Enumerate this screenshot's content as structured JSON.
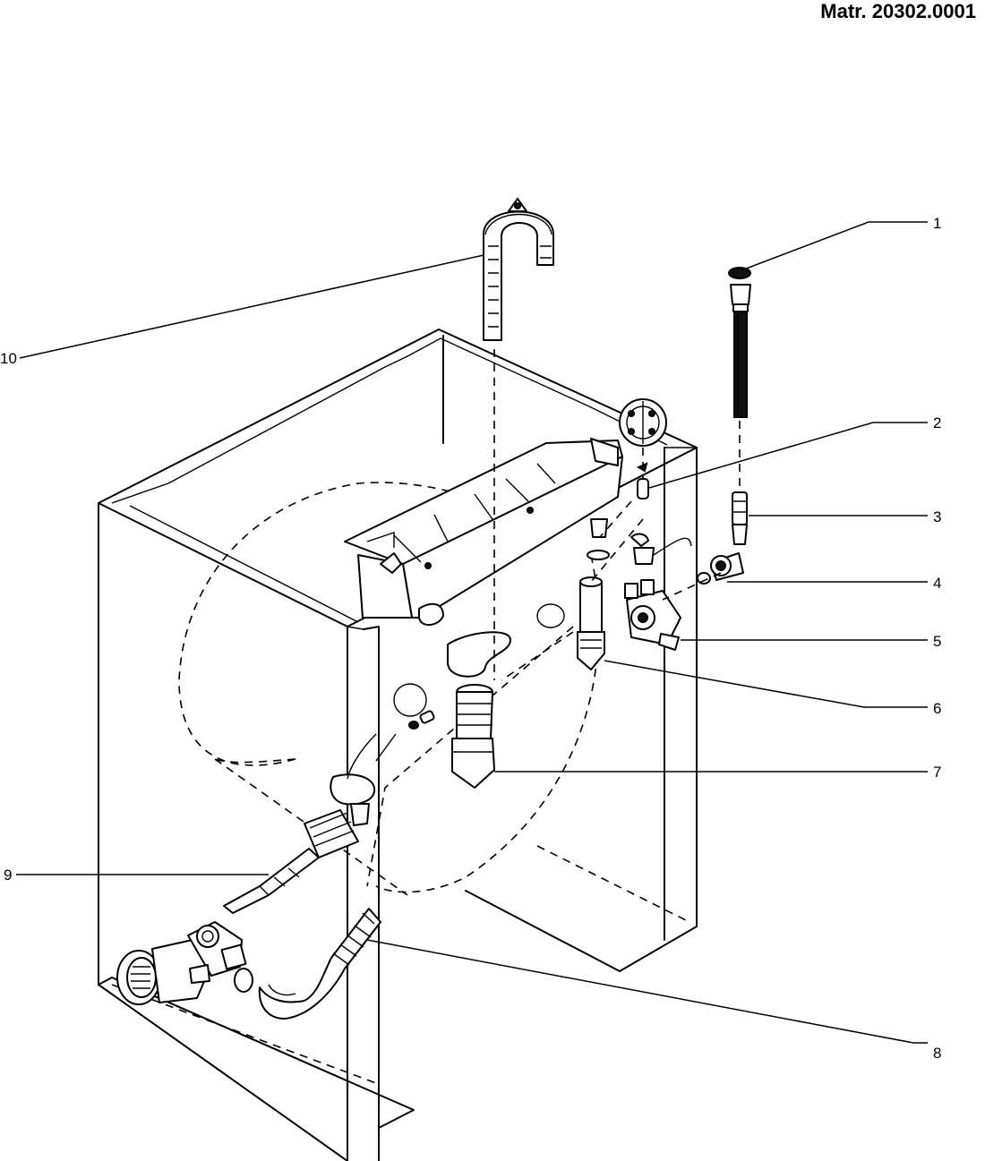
{
  "document_reference": "Matr. 20302.0001",
  "callouts": {
    "c1": "1",
    "c2": "2",
    "c3": "3",
    "c4": "4",
    "c5": "5",
    "c6": "6",
    "c7": "7",
    "c8": "8",
    "c9": "9",
    "c10": "10"
  },
  "colors": {
    "line": "#000000",
    "background": "#ffffff"
  }
}
